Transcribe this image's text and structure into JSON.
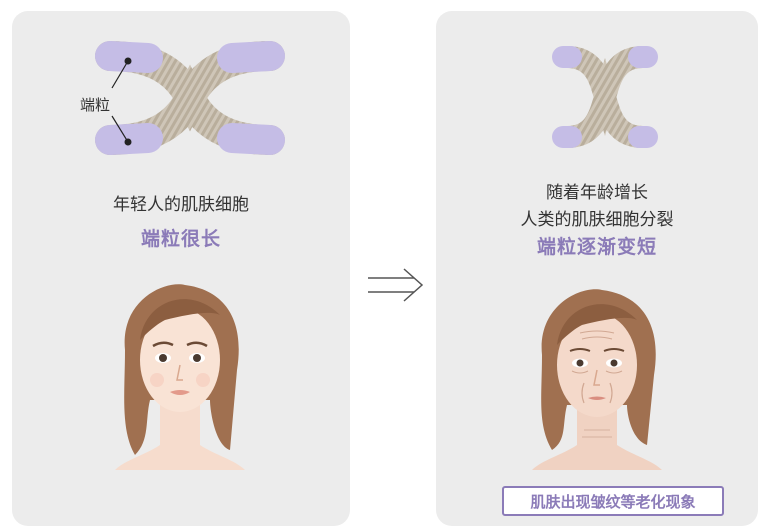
{
  "left_panel": {
    "telomere_label": "端粒",
    "line1": "年轻人的肌肤细胞",
    "line2": "端粒很长"
  },
  "right_panel": {
    "line1": "随着年龄增长",
    "line2": "人类的肌肤细胞分裂",
    "line3": "端粒逐渐变短",
    "tag": "肌肤出现皱纹等老化现象"
  },
  "colors": {
    "panel_bg": "#ececec",
    "telomere": "#c5bde6",
    "chromosome": "#cfc6b8",
    "accent_text": "#8b7bb8"
  },
  "icons": [
    "chromosome-long-telomeres-icon",
    "chromosome-short-telomeres-icon",
    "arrow-right-icon",
    "young-woman-face-icon",
    "aged-woman-face-icon"
  ]
}
